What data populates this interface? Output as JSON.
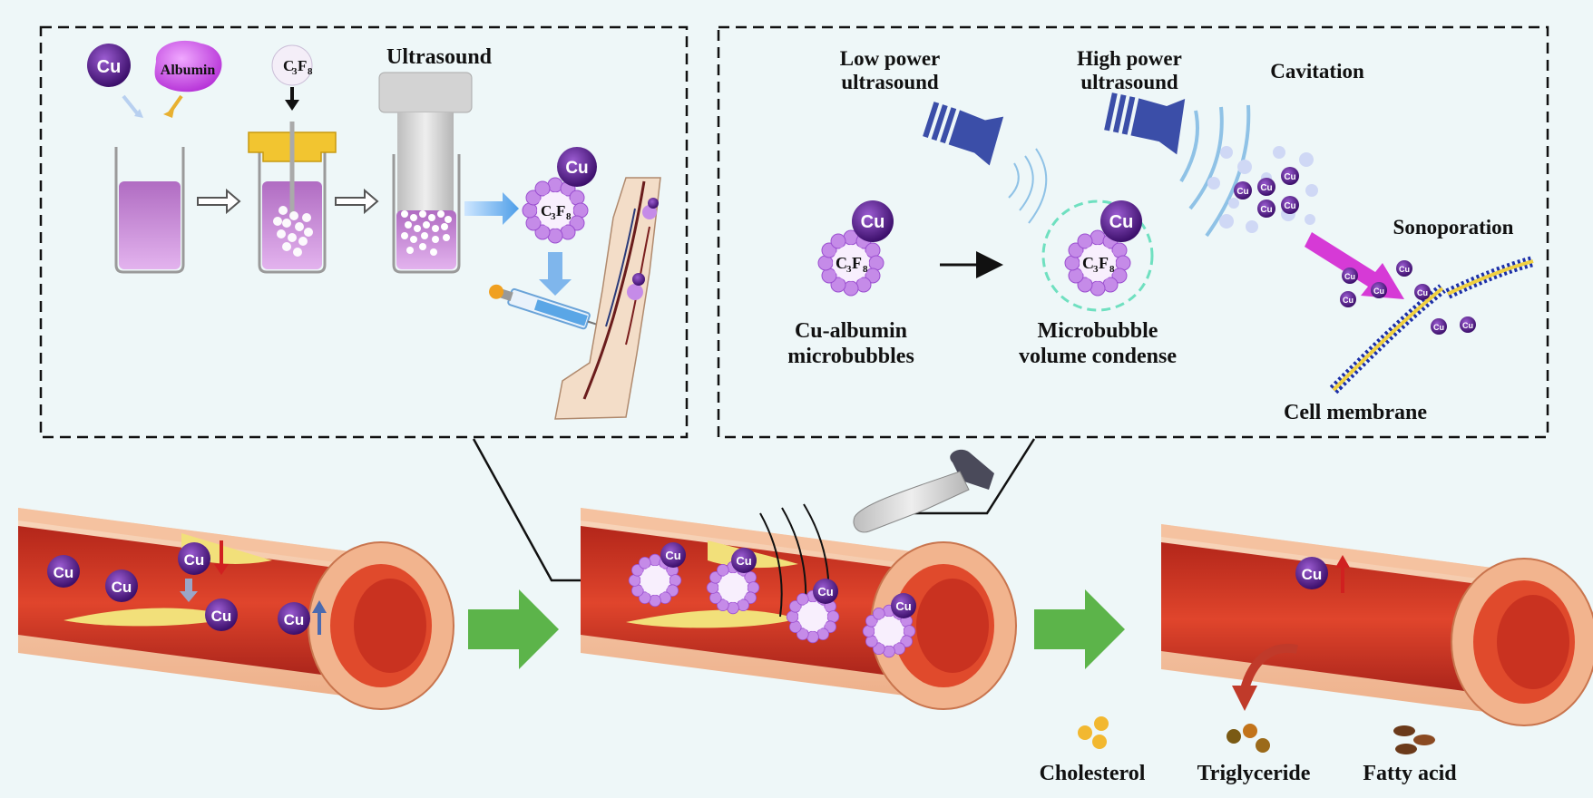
{
  "labels": {
    "ultrasound": "Ultrasound",
    "albumin": "Albumin",
    "cu": "Cu",
    "c3f8_main": "C",
    "c3f8_sub3": "3",
    "c3f8_f": "F",
    "c3f8_sub8": "8",
    "low_power_1": "Low power",
    "low_power_2": "ultrasound",
    "high_power_1": "High power",
    "high_power_2": "ultrasound",
    "cavitation": "Cavitation",
    "sonoporation": "Sonoporation",
    "cu_albumin_1": "Cu-albumin",
    "cu_albumin_2": "microbubbles",
    "mb_volume_1": "Microbubble",
    "mb_volume_2": "volume condense",
    "cell_membrane": "Cell membrane",
    "cholesterol": "Cholesterol",
    "triglyceride": "Triglyceride",
    "fatty_acid": "Fatty acid"
  },
  "colors": {
    "background": "#eef7f8",
    "cu_purple": "#5a1e8c",
    "bubble_lilac": "#c58be8",
    "vessel_red": "#d63a22",
    "plaque_yellow": "#f2e07a",
    "wall_pink": "#f5c6a4",
    "arrow_green": "#5cb44a",
    "arrow_magenta": "#d63ad6",
    "transducer_blue": "#3b4ea8"
  }
}
